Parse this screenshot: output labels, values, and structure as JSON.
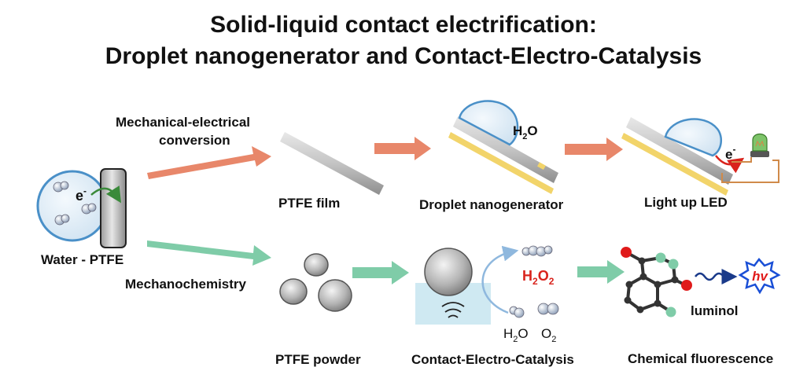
{
  "title": {
    "line1": "Solid-liquid contact electrification:",
    "line2": "Droplet nanogenerator and Contact-Electro-Catalysis"
  },
  "labels": {
    "water_ptfe": "Water - PTFE",
    "mech_elec": "Mechanical-electrical",
    "mech_elec_2": "conversion",
    "mechanochemistry": "Mechanochemistry",
    "ptfe_film": "PTFE film",
    "droplet_nanogenerator": "Droplet nanogenerator",
    "light_up_led": "Light up LED",
    "ptfe_powder": "PTFE powder",
    "contact_electro_catalysis": "Contact-Electro-Catalysis",
    "chemical_fluorescence": "Chemical fluorescence",
    "luminol": "luminol"
  },
  "formulas": {
    "electron": "e",
    "electron_sup": "-",
    "water_base": "H",
    "water_sub": "2",
    "water_tail": "O",
    "h2o2_base": "H",
    "h2o2_sub1": "2",
    "h2o2_mid": "O",
    "h2o2_sub2": "2",
    "o2_base": "O",
    "o2_sub": "2",
    "hv": "hv"
  },
  "colors": {
    "arrow_orange": "#e8876a",
    "arrow_green": "#7fcca8",
    "droplet_fill": "#d6e8f5",
    "droplet_stroke": "#4a90c8",
    "film_gray": "#bdbdbd",
    "electrode_yellow": "#f2d46a",
    "h2o2_red": "#d9231c",
    "luminol_red": "#e01a1a",
    "luminol_green": "#7fcca8",
    "hv_blue": "#1a4fd6",
    "led_green": "#7ec46a"
  }
}
